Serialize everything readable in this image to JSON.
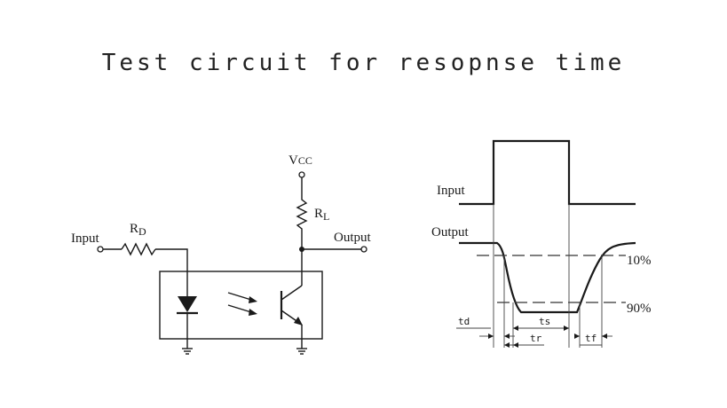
{
  "title": "Test circuit for resopnse time",
  "circuit": {
    "input_label": "Input",
    "rd_label": "R",
    "rd_sub": "D",
    "vcc_label": "V",
    "vcc_sub": "CC",
    "rl_label": "R",
    "rl_sub": "L",
    "output_label": "Output"
  },
  "waveform": {
    "input_label": "Input",
    "output_label": "Output",
    "level_10": "10%",
    "level_90": "90%",
    "td_label": "td",
    "tr_label": "tr",
    "ts_label": "ts",
    "tf_label": "tf"
  }
}
